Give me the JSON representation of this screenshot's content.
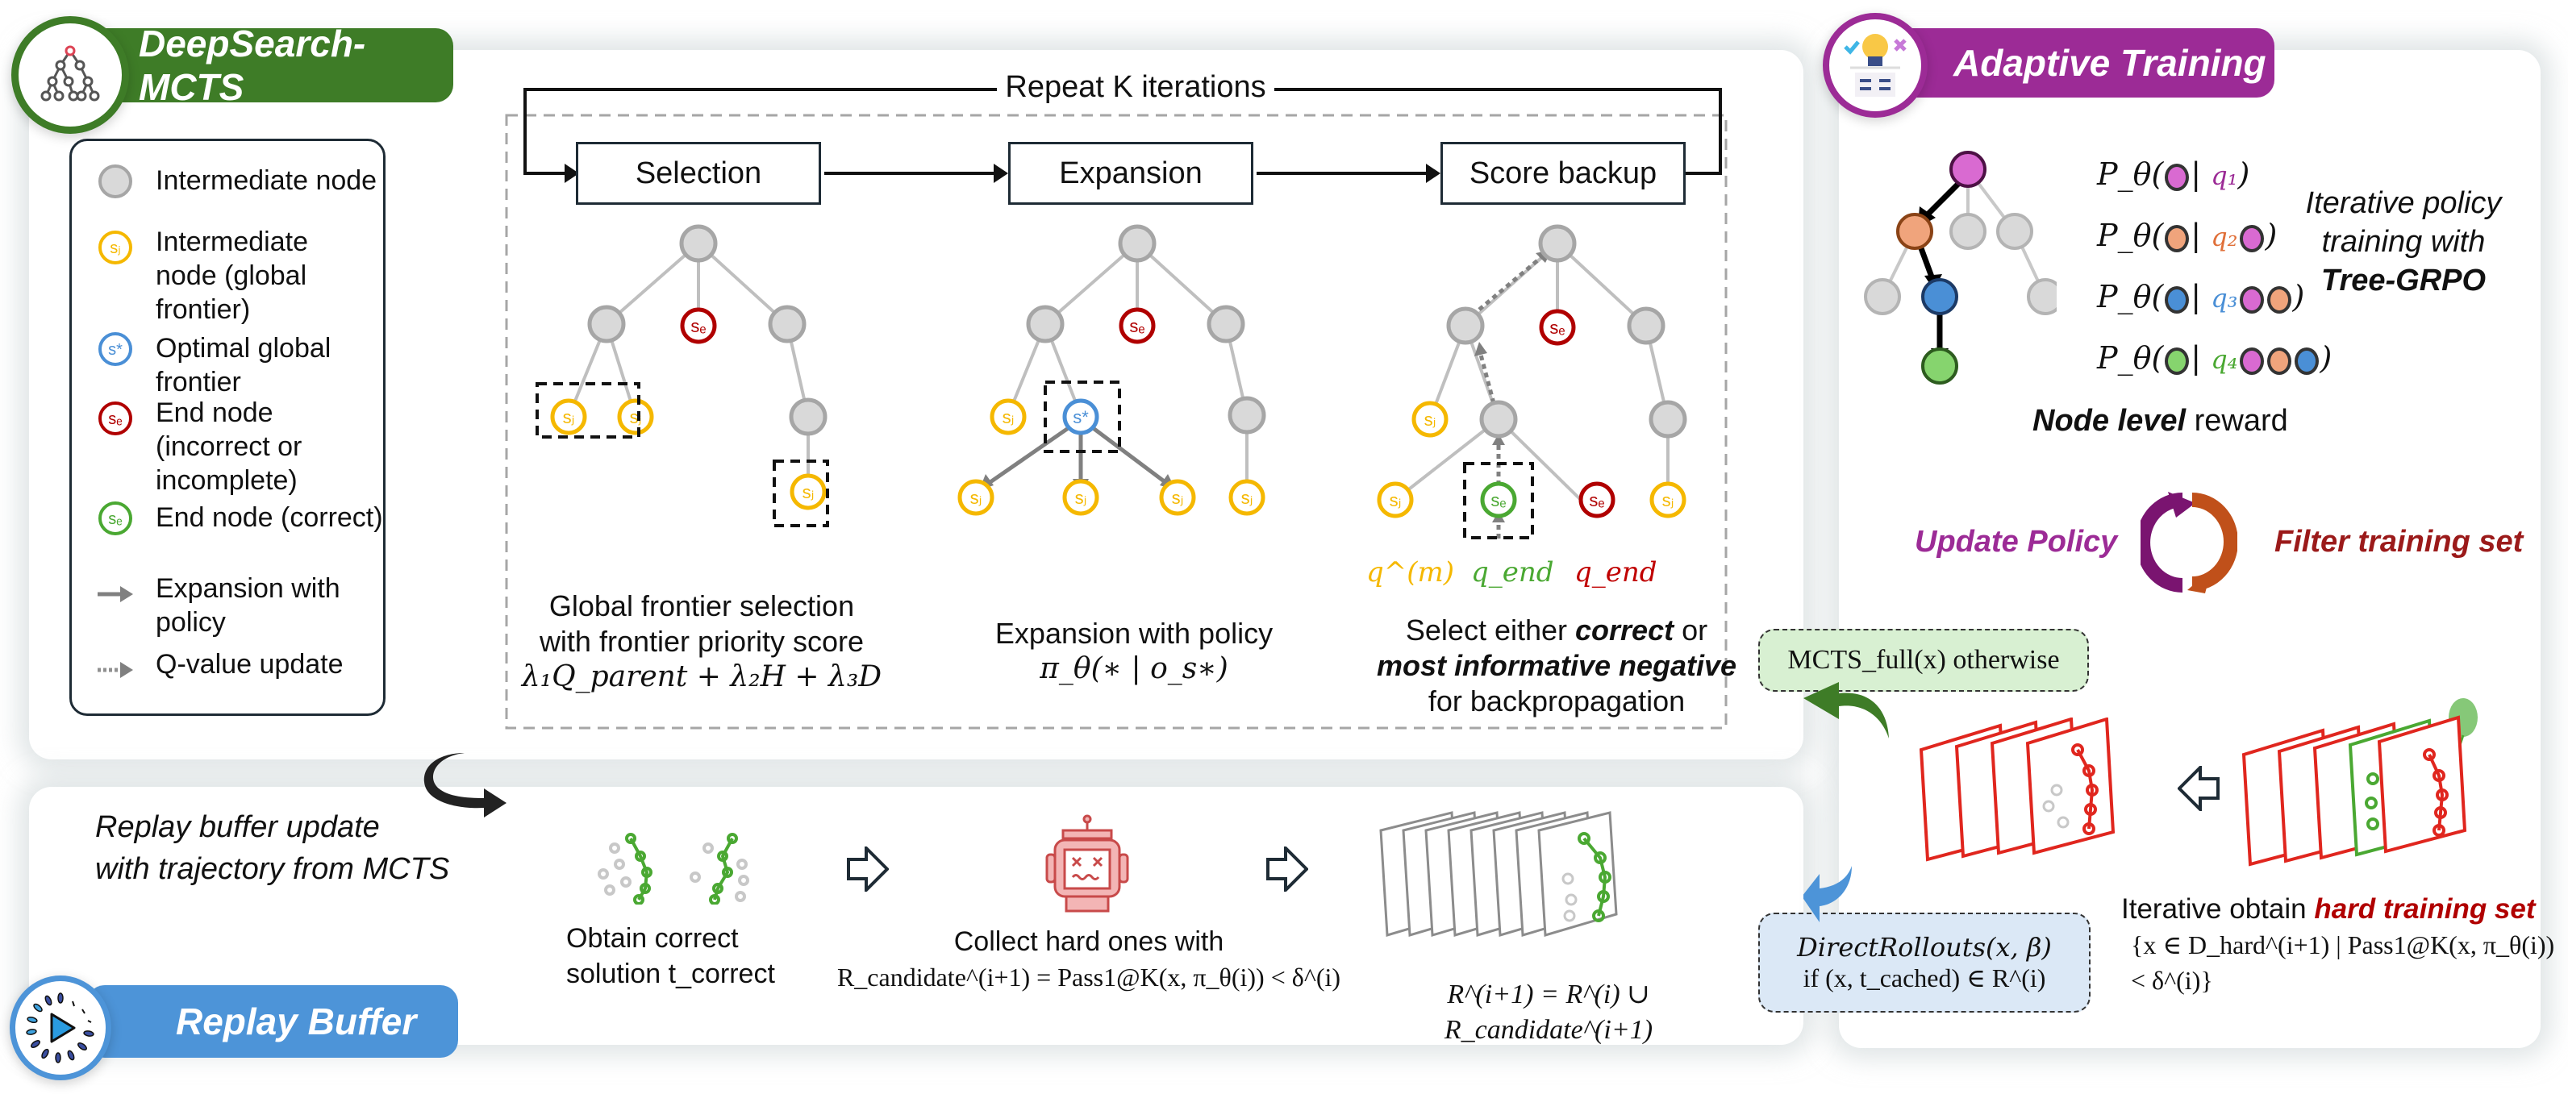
{
  "deepsearch": {
    "title": "DeepSearch-MCTS",
    "accent": "#3e7c27",
    "legend": [
      {
        "icon": "gray-node-icon",
        "label": "Intermediate node"
      },
      {
        "icon": "sj-node-icon",
        "label": "Intermediate node (global frontier)"
      },
      {
        "icon": "s-star-node-icon",
        "label": "Optimal global frontier"
      },
      {
        "icon": "se-red-node-icon",
        "label": "End node (incorrect or incomplete)"
      },
      {
        "icon": "se-green-node-icon",
        "label": "End node (correct)"
      },
      {
        "icon": "solid-arrow-icon",
        "label": "Expansion with policy"
      },
      {
        "icon": "dotted-arrow-icon",
        "label": "Q-value update"
      }
    ],
    "loop_label": "Repeat K iterations",
    "steps": [
      {
        "label": "Selection",
        "caption_line1": "Global frontier selection",
        "caption_line2": "with frontier priority score",
        "formula": "λ₁Q_parent + λ₂H + λ₃D"
      },
      {
        "label": "Expansion",
        "caption_line1": "Expansion with policy",
        "formula": "π_θ(∗ | o_s∗)"
      },
      {
        "label": "Score backup",
        "caption_pre": "Select either ",
        "caption_bold1": "correct",
        "caption_mid": " or",
        "caption_bold2": "most informative negative",
        "caption_line3": "for backpropagation"
      }
    ],
    "node_labels": {
      "frontier": "s_j",
      "optimal": "s*",
      "end": "s_e"
    },
    "score_labels": [
      {
        "text": "q^(m)",
        "color": "#f5b800"
      },
      {
        "text": "q_end",
        "color": "#4aa832"
      },
      {
        "text": "q_end",
        "color": "#c00000"
      }
    ],
    "colors": {
      "intermediate": "#d9d9d9",
      "frontier": "#f5b800",
      "optimal": "#4a8fd6",
      "incorrect": "#b00000",
      "correct": "#4aa832"
    }
  },
  "adaptive": {
    "title": "Adaptive Training",
    "accent": "#9c2b96",
    "policy_terms": [
      {
        "q": "q₁",
        "q_color": "#9c2b96",
        "node": "#d96ad1",
        "context": []
      },
      {
        "q": "q₂",
        "q_color": "#e0703a",
        "node": "#f0a47c",
        "context": [
          "#d96ad1"
        ]
      },
      {
        "q": "q₃",
        "q_color": "#4a8fd6",
        "node": "#4a8fd6",
        "context": [
          "#d96ad1",
          "#f0a47c"
        ]
      },
      {
        "q": "q₄",
        "q_color": "#4aa832",
        "node": "#86d46e",
        "context": [
          "#d96ad1",
          "#f0a47c",
          "#4a8fd6"
        ]
      }
    ],
    "p_symbol": "P_θ",
    "side_text_line1": "Iterative policy",
    "side_text_line2": "training with",
    "side_text_bold": "Tree-GRPO",
    "reward_bold": "Node level",
    "reward_rest": " reward",
    "update_label": "Update Policy",
    "update_color": "#9c2b96",
    "filter_label": "Filter training set",
    "filter_color": "#9b1a1a",
    "mcts_callout": "MCTS_full(x) otherwise",
    "direct_callout_line1": "DirectRollouts(x, β)",
    "direct_callout_line2": "if (x, t_cached) ∈ R^(i)",
    "hard_set_pre": "Iterative obtain ",
    "hard_set_red": "hard training set",
    "hard_set_formula_line1": "{x ∈ D_hard^(i+1) | Pass1@K(x, π_θ(i))",
    "hard_set_formula_line2": "< δ^(i)}"
  },
  "replay": {
    "title": "Replay Buffer",
    "accent": "#4d94d8",
    "intro_line1": "Replay buffer update",
    "intro_line2": "with trajectory from MCTS",
    "obtain_line1": "Obtain correct",
    "obtain_line2": "solution t_correct",
    "collect_line1": "Collect hard ones with",
    "collect_formula": "R_candidate^(i+1) = Pass1@K(x, π_θ(i)) < δ^(i)",
    "union_formula": "R^(i+1) = R^(i) ∪ R_candidate^(i+1)"
  }
}
